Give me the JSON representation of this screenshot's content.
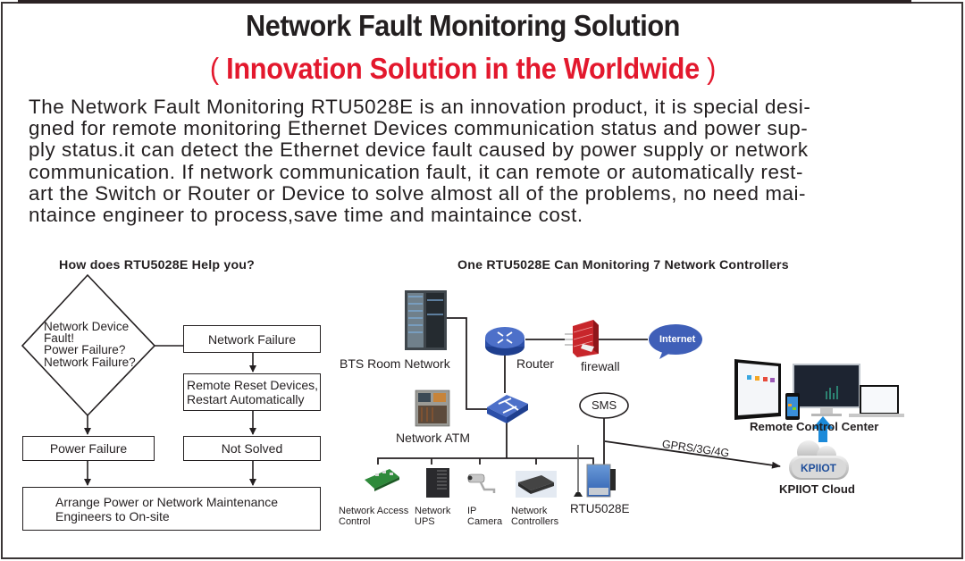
{
  "header": {
    "title": "Network Fault Monitoring Solution",
    "subtitle": "Innovation Solution in the Worldwide",
    "subtitle_open_paren": "(",
    "subtitle_close_paren": ")"
  },
  "colors": {
    "title": "#231f20",
    "subtitle_accent": "#e3182d",
    "border": "#3a3536",
    "network_icon_blue": "#3a5bb6",
    "firewall_red": "#c8262b",
    "upload_arrow": "#1b8ad9"
  },
  "intro": {
    "lines": [
      "The Network Fault Monitoring RTU5028E is an innovation product, it is special desi-",
      "gned for remote monitoring Ethernet Devices communication status and power sup-",
      "ply status.it can detect the Ethernet device fault caused by power supply or network",
      "communication. If network communication fault, it can remote or automatically rest-",
      "art the Switch or Router or Device to solve almost all of the problems, no need mai-",
      "ntaince engineer to process,save time and maintaince cost."
    ]
  },
  "flowchart": {
    "title": "How does RTU5028E Help you?",
    "decision": {
      "lines": [
        "Network Device",
        "Fault!",
        "Power Failure?",
        "Network Failure?"
      ]
    },
    "boxes": {
      "network_failure": "Network Failure",
      "remote_reset": [
        "Remote Reset Devices,",
        "Restart Automatically"
      ],
      "power_failure": "Power Failure",
      "not_solved": "Not Solved",
      "arrange": [
        "Arrange Power or Network Maintenance",
        "Engineers to On-site"
      ]
    }
  },
  "network": {
    "title": "One RTU5028E Can Monitoring 7 Network Controllers",
    "nodes": {
      "bts": "BTS Room Network",
      "router": "Router",
      "firewall": "firewall",
      "internet": "Internet",
      "atm": "Network ATM",
      "sms": "SMS",
      "remote_center": "Remote Control Center",
      "link": "GPRS/3G/4G",
      "cloud_logo": "KPIIOT",
      "cloud": "KPIIOT Cloud",
      "rtu": "RTU5028E"
    },
    "devices": [
      {
        "icon": "access-control-board",
        "lines": [
          "Network Access",
          "Control"
        ]
      },
      {
        "icon": "ups-cabinet",
        "lines": [
          "Network",
          "UPS"
        ]
      },
      {
        "icon": "ip-camera",
        "lines": [
          "IP",
          "Camera"
        ]
      },
      {
        "icon": "network-controller",
        "lines": [
          "Network",
          "Controllers"
        ]
      }
    ]
  }
}
